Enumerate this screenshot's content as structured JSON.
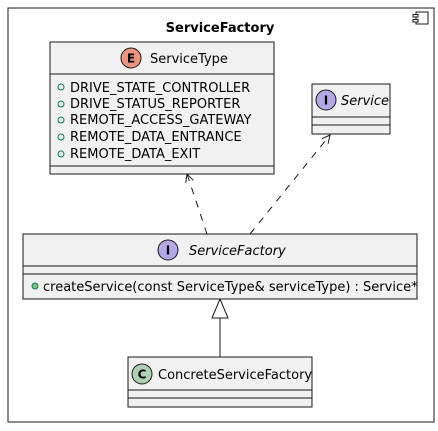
{
  "package": {
    "title": "ServiceFactory"
  },
  "colors": {
    "box_fill": "#f1f1f1",
    "border": "#181818",
    "enum_badge": "#eb937f",
    "interface_badge": "#b4a7e5",
    "class_badge": "#add1b2",
    "member_dot": "#84be84"
  },
  "service_type": {
    "stereotype_letter": "E",
    "name": "ServiceType",
    "values": [
      "DRIVE_STATE_CONTROLLER",
      "DRIVE_STATUS_REPORTER",
      "REMOTE_ACCESS_GATEWAY",
      "REMOTE_DATA_ENTRANCE",
      "REMOTE_DATA_EXIT"
    ]
  },
  "service": {
    "stereotype_letter": "I",
    "name": "Service"
  },
  "service_factory": {
    "stereotype_letter": "I",
    "name": "ServiceFactory",
    "method": "createService(const ServiceType& serviceType) : Service*"
  },
  "concrete_factory": {
    "stereotype_letter": "C",
    "name": "ConcreteServiceFactory"
  }
}
